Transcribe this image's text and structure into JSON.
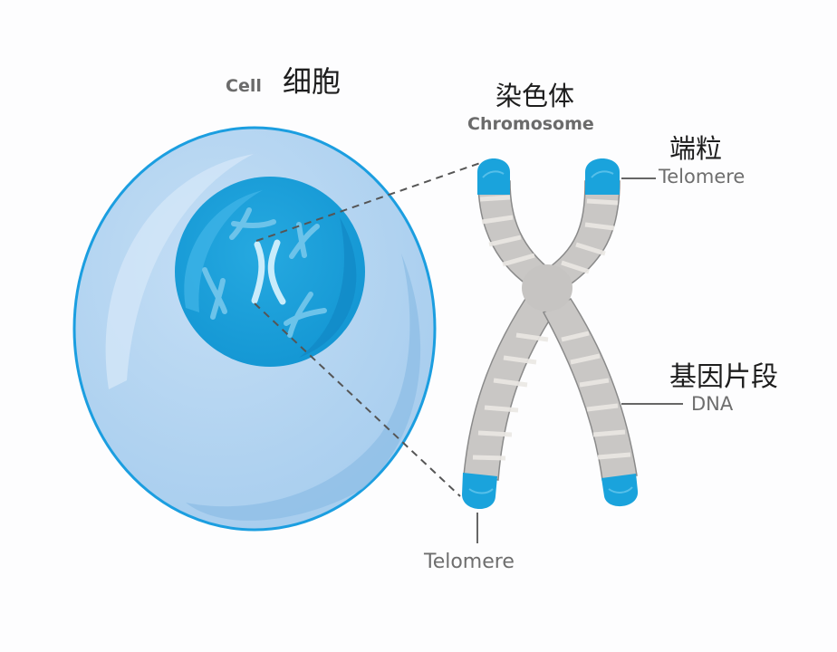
{
  "labels": {
    "cell_en": "Cell",
    "cell_zh": "细胞",
    "chromosome_zh": "染色体",
    "chromosome_en": "Chromosome",
    "telomere_top_zh": "端粒",
    "telomere_top_en": "Telomere",
    "dna_zh": "基因片段",
    "dna_en": "DNA",
    "telomere_bottom_en": "Telomere"
  },
  "colors": {
    "cell_fill": "#aed0ef",
    "cell_outline": "#1b9ee0",
    "nucleus_fill": "#1a9fd9",
    "telomere_blue": "#1aa3dc",
    "chromosome_grey": "#c9c7c5",
    "chromosome_band_light": "#e6e3df",
    "leader_line": "#555555"
  }
}
